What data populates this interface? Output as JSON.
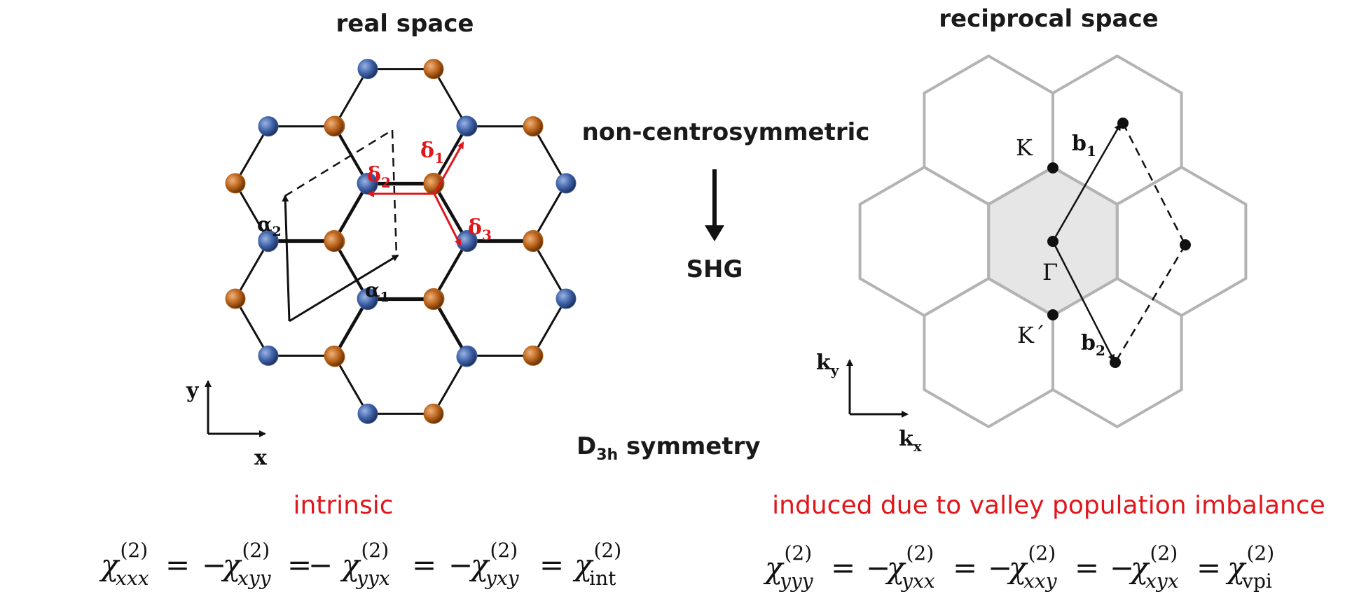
{
  "real_space": {
    "title": "real space",
    "vector_a1": "α",
    "vector_a1_sub": "1",
    "vector_a2": "α",
    "vector_a2_sub": "2",
    "delta_symbol": "δ",
    "delta1_sub": "1",
    "delta2_sub": "2",
    "delta3_sub": "3",
    "axis_y": "y",
    "axis_x": "x",
    "atom_color_a": "#3f62a8",
    "atom_color_b": "#b8621a"
  },
  "middle": {
    "label_top": "non-centrosymmetric",
    "label_bottom": "SHG",
    "symmetry_main": "D",
    "symmetry_sub": "3h",
    "symmetry_rest": " symmetry"
  },
  "reciprocal_space": {
    "title": "reciprocal space",
    "point_K": "K",
    "point_Kprime": "K´",
    "point_Gamma": "Γ",
    "vector_b": "b",
    "b1_sub": "1",
    "b2_sub": "2",
    "axis_k": "k",
    "axis_ky_sub": "y",
    "axis_kx_sub": "x"
  },
  "intrinsic": {
    "label": "intrinsic",
    "chi": "χ",
    "sup": "(2)",
    "subs": [
      "xxx",
      "xyy",
      "yyx",
      "yxy",
      "int"
    ],
    "ops": [
      "=",
      "−",
      "=−",
      "=",
      "−",
      "=",
      "−",
      "="
    ]
  },
  "induced": {
    "label": "induced due to valley population imbalance",
    "chi": "χ",
    "sup": "(2)",
    "subs": [
      "yyy",
      "yxx",
      "xxy",
      "xyx",
      "vpi"
    ]
  }
}
